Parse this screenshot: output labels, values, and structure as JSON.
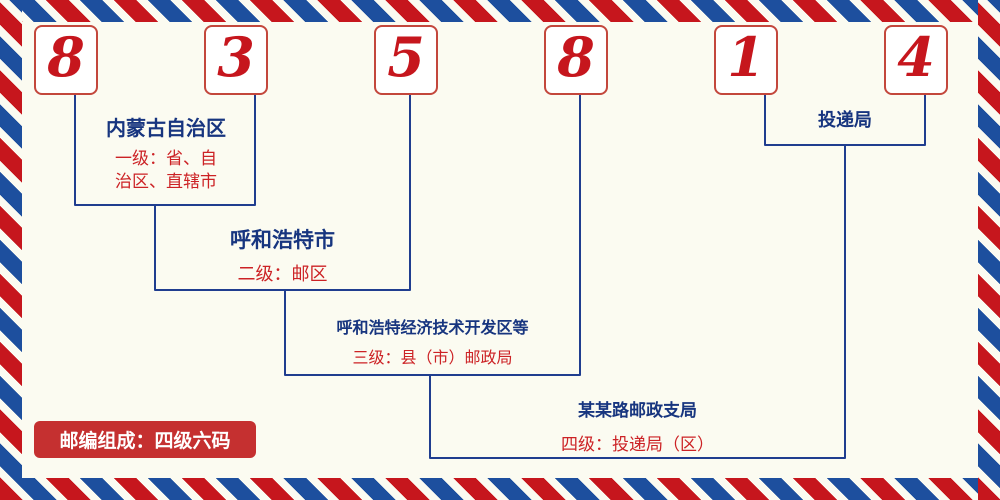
{
  "postal_code": {
    "digits": [
      "8",
      "3",
      "5",
      "8",
      "1",
      "4"
    ]
  },
  "levels": [
    {
      "name": "内蒙古自治区",
      "desc_line1": "一级：省、自",
      "desc_line2": "治区、直辖市"
    },
    {
      "name": "呼和浩特市",
      "desc": "二级：邮区"
    },
    {
      "name": "呼和浩特经济技术开发区等",
      "desc": "三级：县（市）邮政局"
    },
    {
      "name": "某某路邮政支局",
      "desc": "四级：投递局（区）"
    },
    {
      "name": "投递局"
    }
  ],
  "footer": {
    "composition_label": "邮编组成：四级六码"
  },
  "colors": {
    "digit_red": "#c6161d",
    "label_navy": "#17357f",
    "label_red": "#cc2225",
    "line_blue": "#1f3d8f",
    "stripe_red": "#c6161d",
    "stripe_blue": "#1d4f9e",
    "badge_red": "#c53030"
  }
}
